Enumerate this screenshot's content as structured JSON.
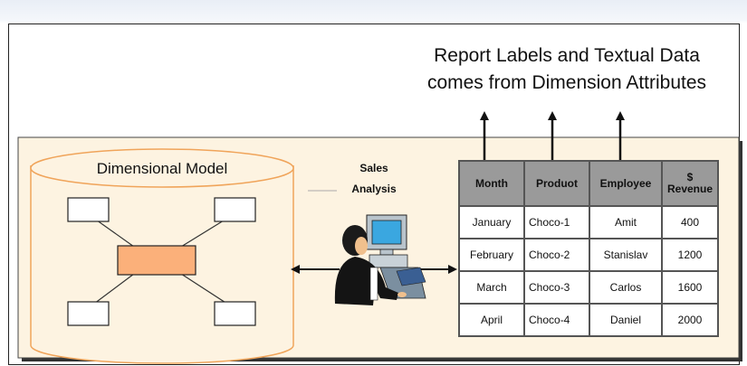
{
  "caption": {
    "line1": "Report Labels and Textual Data",
    "line2": "comes from Dimension Attributes"
  },
  "model": {
    "title": "Dimensional Model"
  },
  "user": {
    "label_line1": "Sales",
    "label_line2": "Analysis"
  },
  "report": {
    "headers": {
      "month": "Month",
      "product": "Produot",
      "employee": "Employee",
      "revenue_symbol": "$",
      "revenue": "Revenue"
    },
    "rows": [
      {
        "month": "January",
        "product": "Choco-1",
        "employee": "Amit",
        "revenue": "400"
      },
      {
        "month": "February",
        "product": "Choco-2",
        "employee": "Stanislav",
        "revenue": "1200"
      },
      {
        "month": "March",
        "product": "Choco-3",
        "employee": "Carlos",
        "revenue": "1600"
      },
      {
        "month": "April",
        "product": "Choco-4",
        "employee": "Daniel",
        "revenue": "2000"
      }
    ]
  },
  "colors": {
    "panel_fill": "#fdf3e1",
    "cylinder_stroke": "#f0a45a",
    "fact_fill": "#fbb07a",
    "header_fill": "#9a9a9a"
  }
}
